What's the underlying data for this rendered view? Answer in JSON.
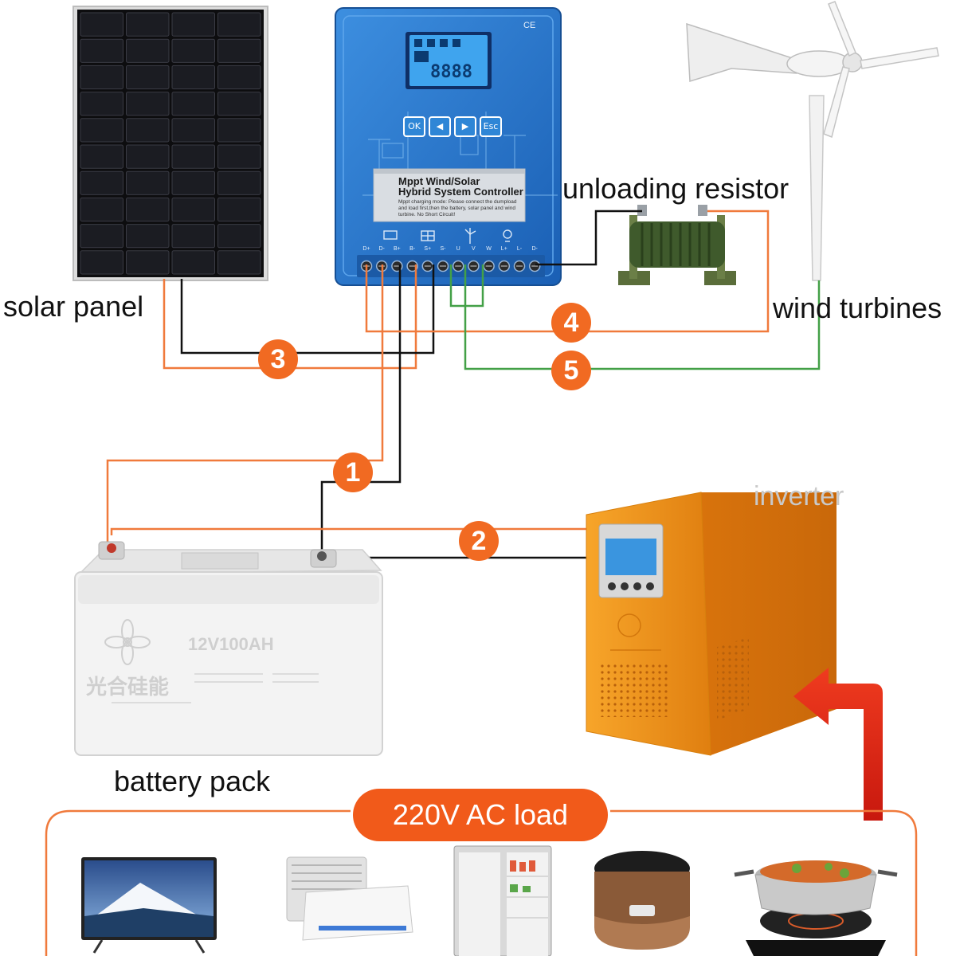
{
  "labels": {
    "solar_panel": "solar panel",
    "unloading_resistor": "unloading resistor",
    "wind_turbines": "wind turbines",
    "inverter": "inverter",
    "battery_pack": "battery pack",
    "ac_load": "220V AC load"
  },
  "controller": {
    "title_line1": "Mppt Wind/Solar",
    "title_line2": "Hybrid System Controller",
    "note": "Mppt charging mode: Please connect the dumpload and load first,then the battery, solar panel and wind turbine. No Short Circuit!",
    "ce_mark": "CE",
    "lcd_value": "8888",
    "buttons": [
      "OK",
      "◀",
      "▶",
      "Esc"
    ],
    "terminals": [
      "D+",
      "D-",
      "B+",
      "B-",
      "S+",
      "S-",
      "U",
      "V",
      "W",
      "L+",
      "L-",
      "D-"
    ]
  },
  "battery": {
    "model": "12V100AH",
    "brand": "光合硅能"
  },
  "connections": [
    "1",
    "2",
    "3",
    "4",
    "5"
  ],
  "appliances": [
    "television",
    "air conditioner",
    "refrigerator",
    "rice cooker",
    "induction cooker"
  ],
  "colors": {
    "orange_wire": "#f07a3c",
    "black_wire": "#111111",
    "green_wire": "#43a047",
    "badge": "#f16a22",
    "controller_blue": "#1f6fc7",
    "inverter_orange": "#f39a1e"
  }
}
